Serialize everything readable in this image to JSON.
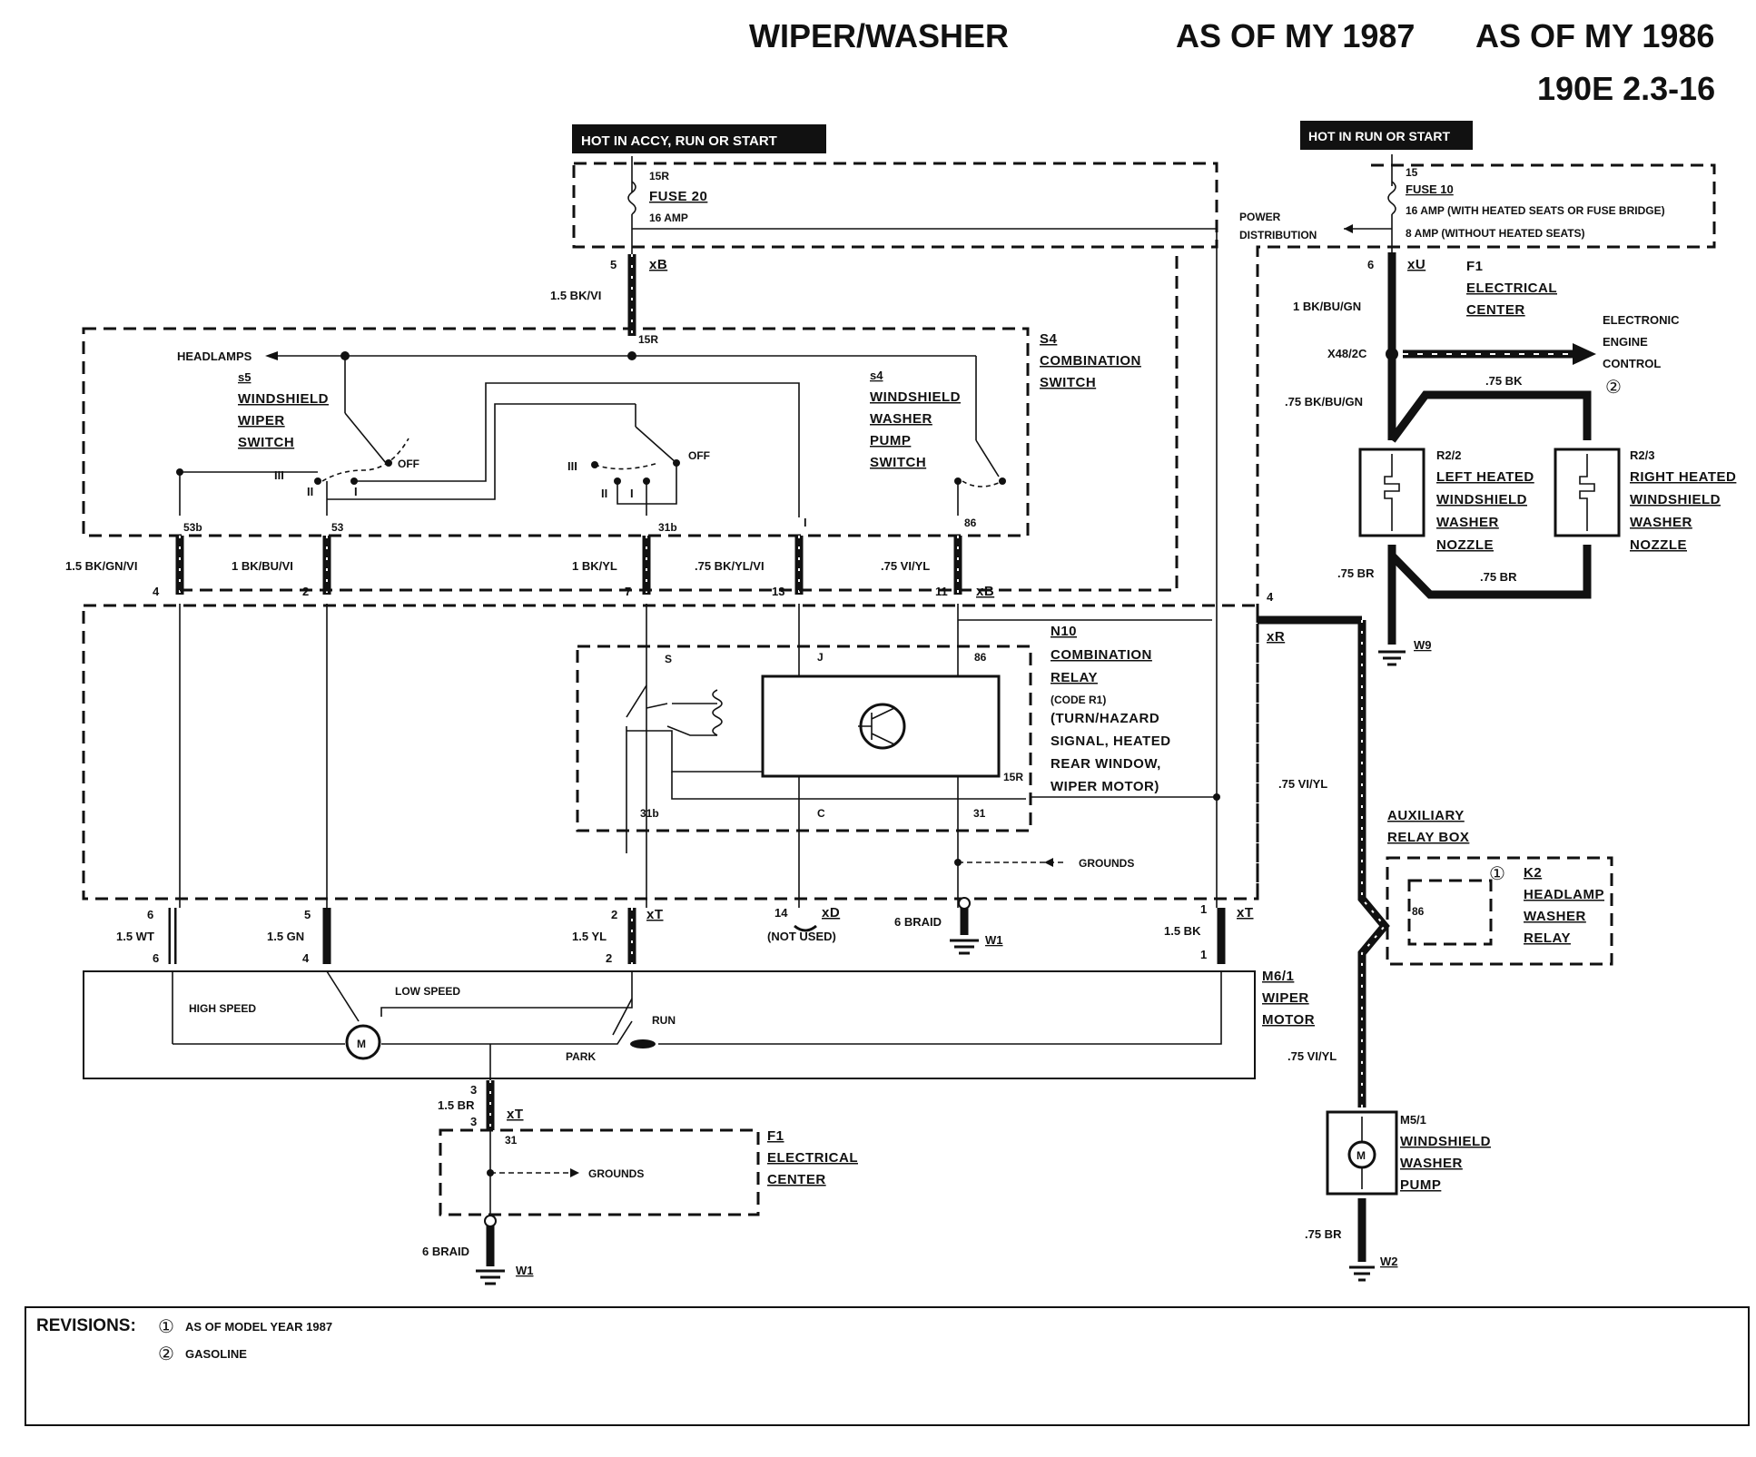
{
  "header": {
    "title": "WIPER/WASHER",
    "as_of_1987": "AS OF MY 1987",
    "as_of_1986": "AS OF MY 1986",
    "model": "190E 2.3-16"
  },
  "power": {
    "hot_accy": "HOT IN ACCY, RUN OR START",
    "hot_run": "HOT IN RUN OR START",
    "fuse20_pin": "15R",
    "fuse20_name": "FUSE 20",
    "fuse20_amp": "16 AMP",
    "fuse10_pin": "15",
    "fuse10_name": "FUSE 10",
    "fuse10_amp1": "16 AMP (WITH HEATED SEATS OR FUSE BRIDGE)",
    "fuse10_amp2": "8 AMP (WITHOUT HEATED SEATS)",
    "power_dist_1": "POWER",
    "power_dist_2": "DISTRIBUTION"
  },
  "connectors": {
    "xB_top": "xB",
    "xB_top_pin": "5",
    "xU": "xU",
    "xU_pin": "6",
    "xB_bottom": "xB",
    "xR": "xR",
    "xR_pin": "4",
    "xT": "xT",
    "xD": "xD",
    "not_used": "(NOT USED)",
    "xT_motor": "xT",
    "xT_ground": "xT"
  },
  "wires": {
    "w_15bkvi": "1.5 BK/VI",
    "w_1bkbugn": "1 BK/BU/GN",
    "w_75bkbugn": ".75 BK/BU/GN",
    "w_75bk": ".75 BK",
    "w_75br_a": ".75 BR",
    "w_75br_b": ".75 BR",
    "w_15bkgnvi": "1.5 BK/GN/VI",
    "w_1bkbuvi": "1 BK/BU/VI",
    "w_1bkyl": "1 BK/YL",
    "w_75bkylvi": ".75 BK/YL/VI",
    "w_75viyl_top": ".75 VI/YL",
    "w_75viyl_mid": ".75 VI/YL",
    "w_75viyl_low": ".75 VI/YL",
    "w_15wt": "1.5 WT",
    "w_15gn": "1.5 GN",
    "w_15yl": "1.5 YL",
    "w_15bk": "1.5 BK",
    "w_15br": "1.5 BR",
    "w_6braid_a": "6 BRAID",
    "w_6braid_b": "6 BRAID",
    "w_75br_pump": ".75 BR"
  },
  "pins": {
    "p4a": "4",
    "p2a": "2",
    "p7": "7",
    "p13": "13",
    "p11": "11",
    "p6a": "6",
    "p6b": "6",
    "p5": "5",
    "p4b": "4",
    "p2b": "2",
    "p2c": "2",
    "p14": "14",
    "p1a": "1",
    "p1b": "1",
    "p3a": "3",
    "p3b": "3",
    "t53b": "53b",
    "t53": "53",
    "t31b": "31b",
    "tI": "I",
    "t86": "86",
    "t15R_s": "15R",
    "tS": "S",
    "tJ": "J",
    "t86r": "86",
    "t31b2": "31b",
    "tC": "C",
    "t31": "31",
    "t15R_r": "15R",
    "t31g": "31"
  },
  "components": {
    "s4_code": "S4",
    "s4_a": "COMBINATION",
    "s4_b": "SWITCH",
    "s5_code": "s5",
    "s5_a": "WINDSHIELD",
    "s5_b": "WIPER",
    "s5_c": "SWITCH",
    "sw4_code": "s4",
    "sw4_a": "WINDSHIELD",
    "sw4_b": "WASHER",
    "sw4_c": "PUMP",
    "sw4_d": "SWITCH",
    "headlamps": "HEADLAMPS",
    "off1": "OFF",
    "off2": "OFF",
    "pos_III_a": "III",
    "pos_II_a": "II",
    "pos_I_a": "I",
    "pos_III_b": "III",
    "pos_II_b": "II",
    "pos_I_b": "I",
    "n10_code": "N10",
    "n10_a": "COMBINATION",
    "n10_b": "RELAY",
    "n10_c": "(CODE R1)",
    "n10_d": "(TURN/HAZARD",
    "n10_e": "SIGNAL, HEATED",
    "n10_f": "REAR WINDOW,",
    "n10_g": "WIPER MOTOR)",
    "grounds_a": "GROUNDS",
    "grounds_b": "GROUNDS",
    "m61_code": "M6/1",
    "m61_a": "WIPER",
    "m61_b": "MOTOR",
    "high_speed": "HIGH SPEED",
    "low_speed": "LOW SPEED",
    "run": "RUN",
    "park": "PARK",
    "f1_code_a": "F1",
    "f1_a1": "ELECTRICAL",
    "f1_a2": "CENTER",
    "f1_code_b": "F1",
    "f1_b1": "ELECTRICAL",
    "f1_b2": "CENTER",
    "x48": "X48/2C",
    "eec_a": "ELECTRONIC",
    "eec_b": "ENGINE",
    "eec_c": "CONTROL",
    "eec_note": "②",
    "r22_code": "R2/2",
    "r22_a": "LEFT HEATED",
    "r22_b": "WINDSHIELD",
    "r22_c": "WASHER",
    "r22_d": "NOZZLE",
    "r23_code": "R2/3",
    "r23_a": "RIGHT HEATED",
    "r23_b": "WINDSHIELD",
    "r23_c": "WASHER",
    "r23_d": "NOZZLE",
    "w9": "W9",
    "w1_a": "W1",
    "w1_b": "W1",
    "w2": "W2",
    "aux_a": "AUXILIARY",
    "aux_b": "RELAY BOX",
    "k2_note": "①",
    "k2_code": "K2",
    "k2_a": "HEADLAMP",
    "k2_b": "WASHER",
    "k2_c": "RELAY",
    "k2_pin": "86",
    "m51_code": "M5/1",
    "m51_a": "WINDSHIELD",
    "m51_b": "WASHER",
    "m51_c": "PUMP",
    "motor_m": "M"
  },
  "revisions": {
    "label": "REVISIONS:",
    "r1_num": "①",
    "r1": "AS OF MODEL YEAR 1987",
    "r2_num": "②",
    "r2": "GASOLINE"
  }
}
